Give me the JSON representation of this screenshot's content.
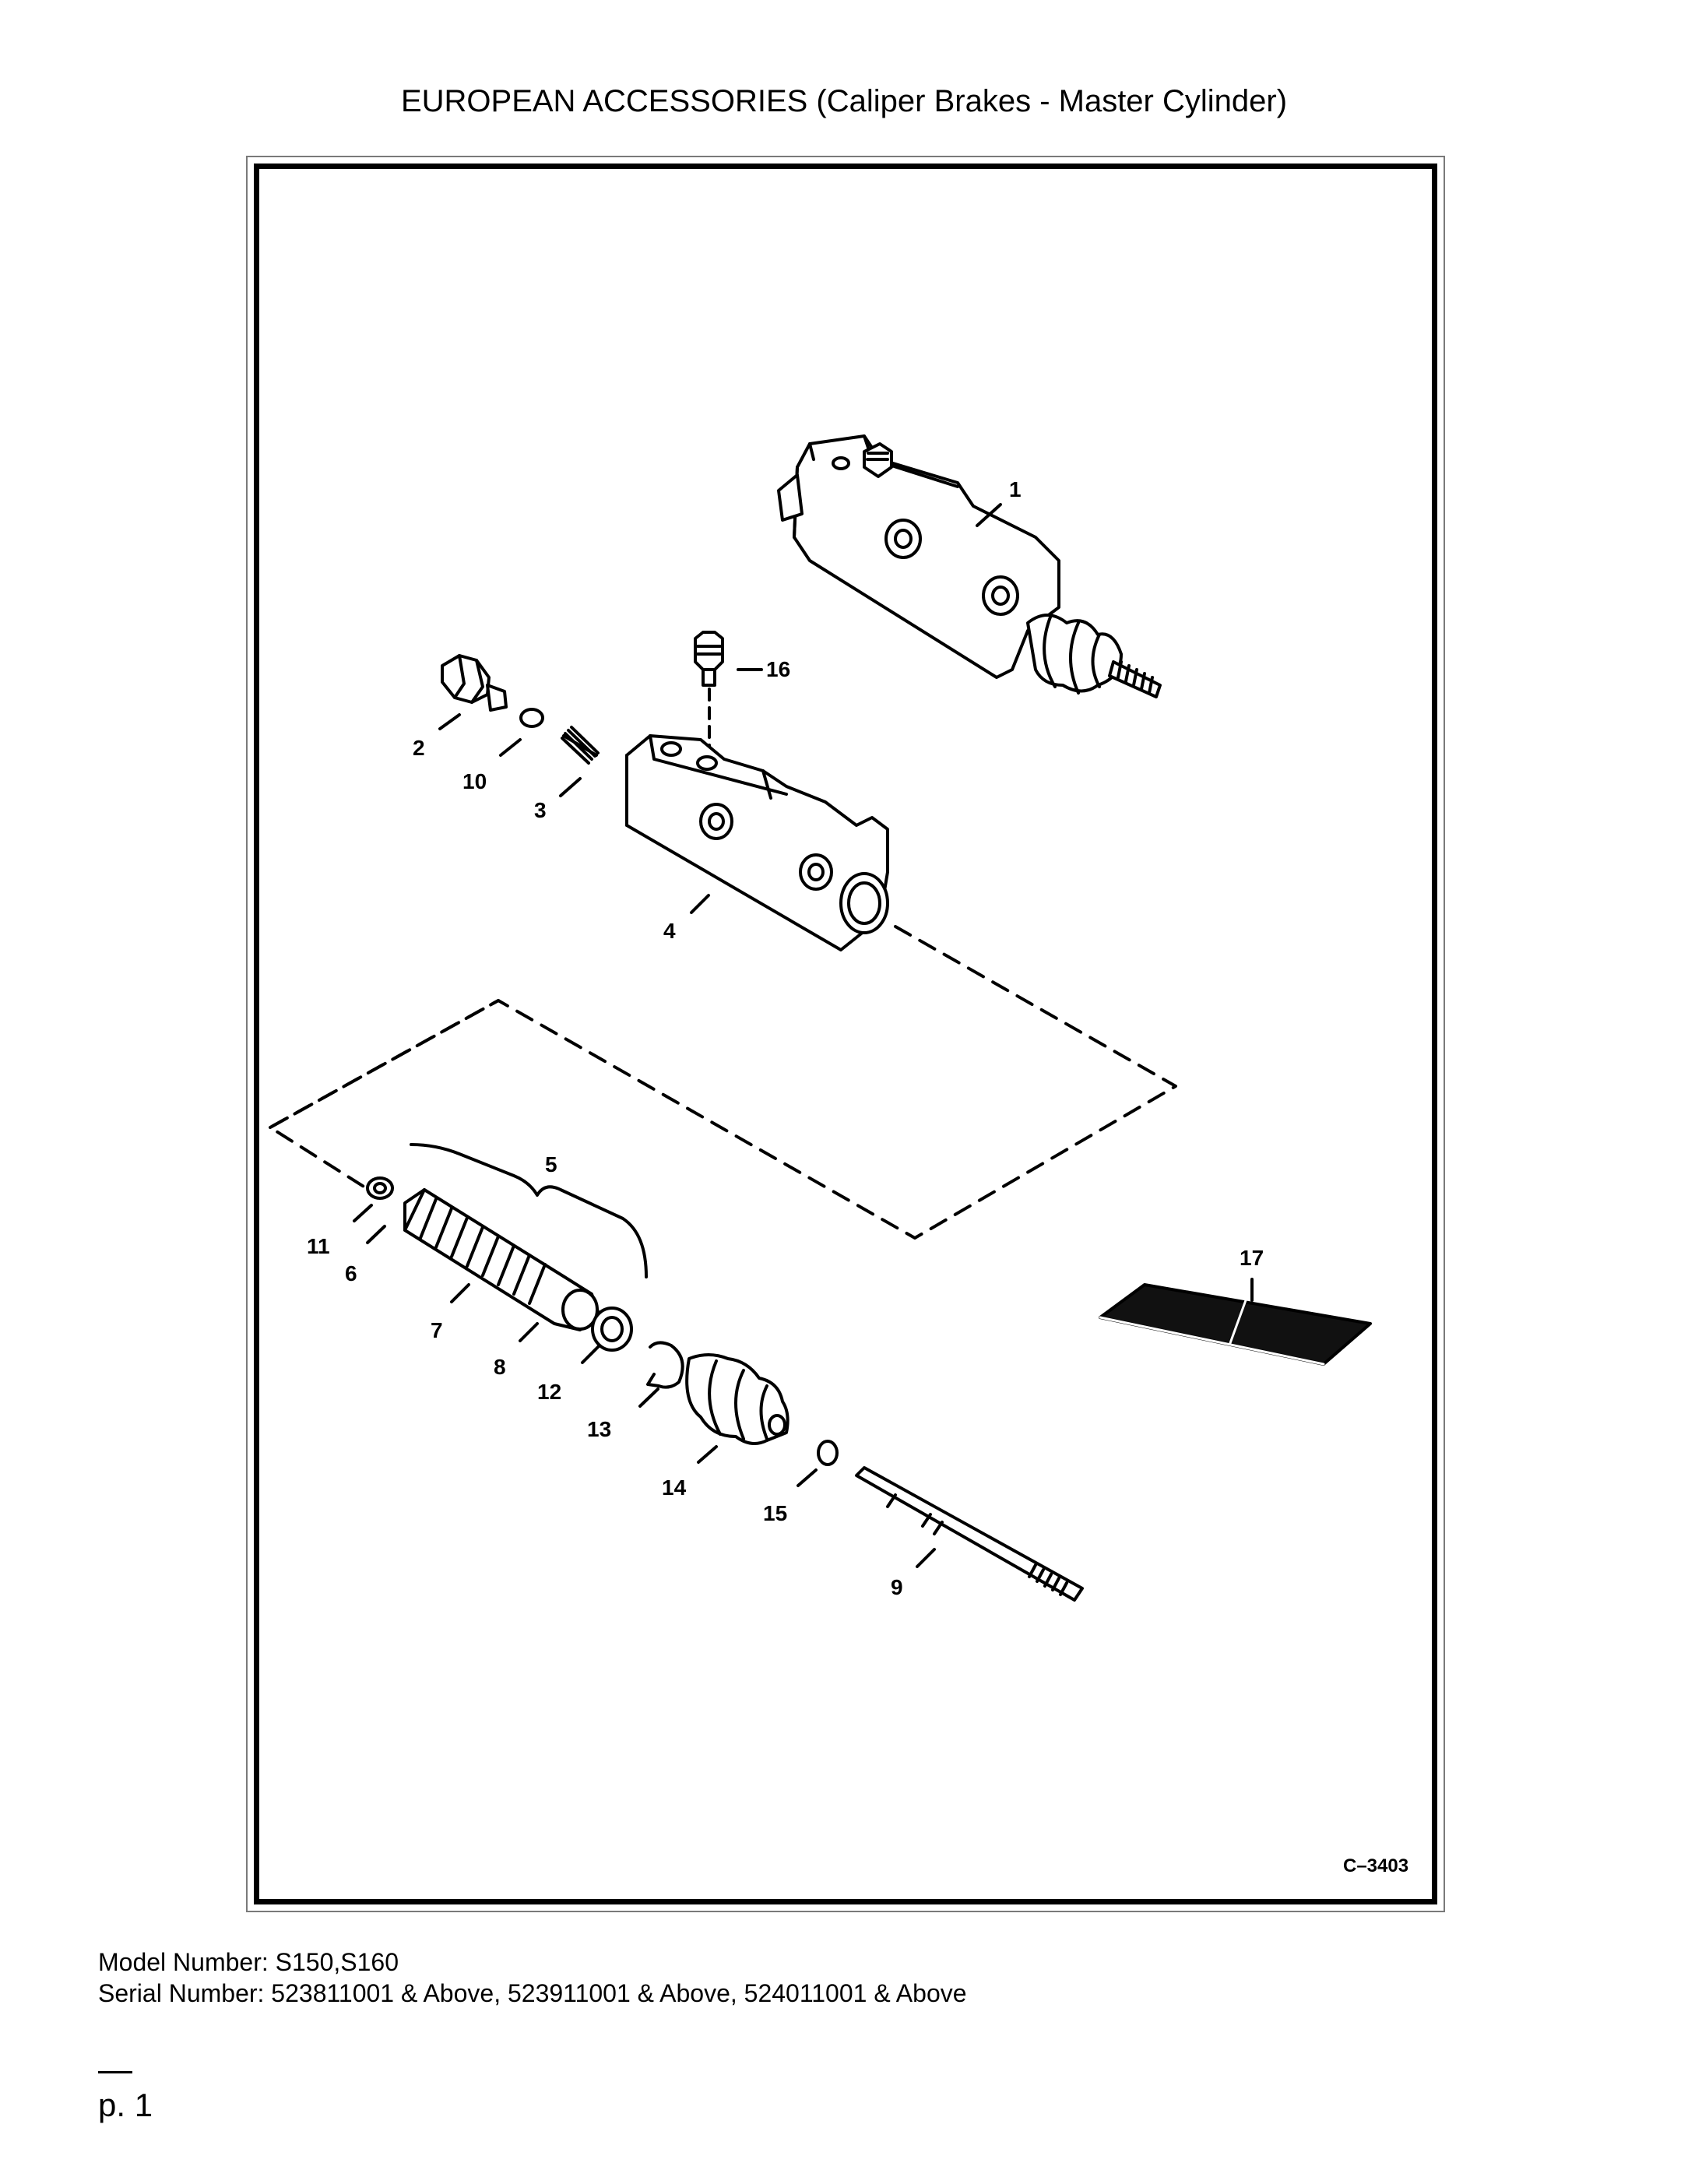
{
  "header": {
    "title": "EUROPEAN ACCESSORIES (Caliper Brakes - Master Cylinder)"
  },
  "figure": {
    "id": "C–3403",
    "callouts": [
      "1",
      "2",
      "3",
      "4",
      "5",
      "6",
      "7",
      "8",
      "9",
      "10",
      "11",
      "12",
      "13",
      "14",
      "15",
      "16",
      "17"
    ]
  },
  "footer": {
    "model": "Model Number: S150,S160",
    "serial": "Serial Number: 523811001 & Above, 523911001 & Above, 524011001 & Above",
    "page": "p. 1"
  }
}
